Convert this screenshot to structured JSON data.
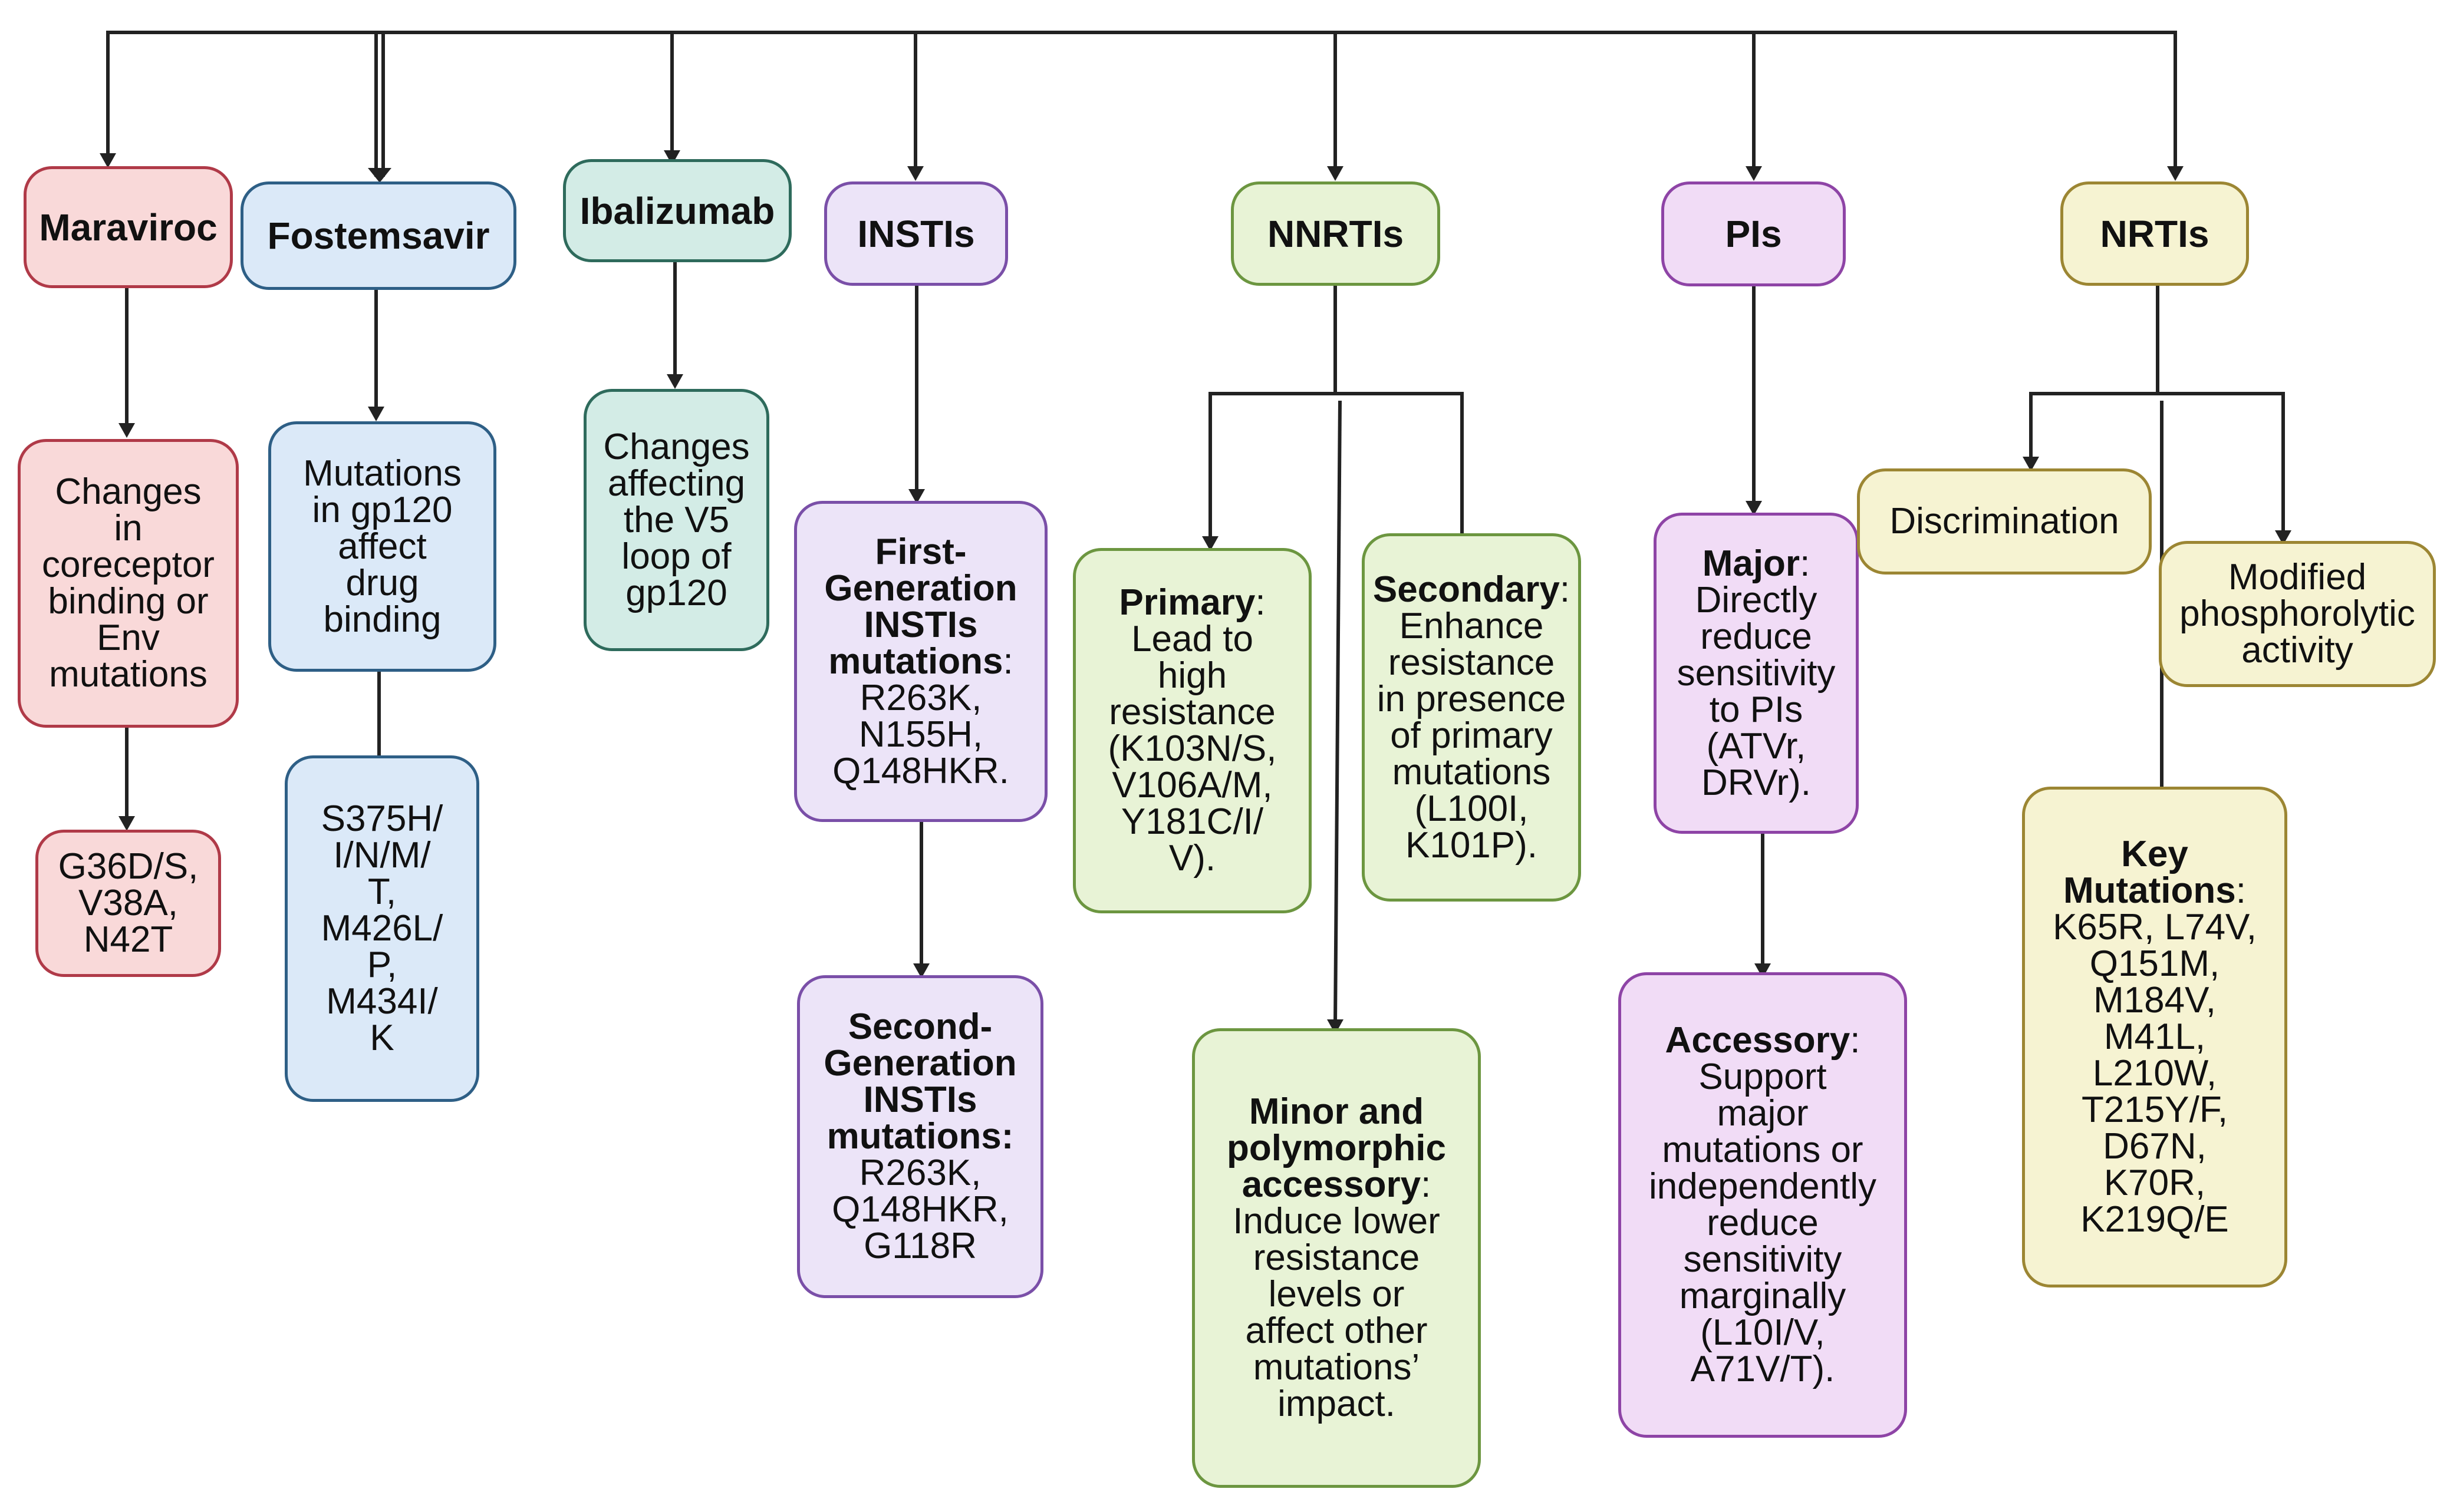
{
  "colors": {
    "maraviroc_fill": "#f9d9d9",
    "maraviroc_border": "#b03a48",
    "fostemsavir_fill": "#dbe9f8",
    "fostemsavir_border": "#2e5f86",
    "ibalizumab_fill": "#d3ece6",
    "ibalizumab_border": "#2e6b5c",
    "instis_fill": "#ece4f8",
    "instis_border": "#7a4fa8",
    "nnrtis_fill": "#e8f3d6",
    "nnrtis_border": "#6c9640",
    "pis_fill": "#f1dcf6",
    "pis_border": "#8e44a6",
    "nrtis_fill": "#f6f3d2",
    "nrtis_border": "#9c8633",
    "connector": "#222222"
  },
  "maraviroc": {
    "title": "Maraviroc",
    "effect": [
      "Changes",
      "in",
      "coreceptor",
      "binding or",
      "Env",
      "mutations"
    ],
    "mutations": [
      "G36D/S,",
      "V38A,",
      "N42T"
    ]
  },
  "fostemsavir": {
    "title": "Fostemsavir",
    "effect": [
      "Mutations",
      "in gp120",
      "affect",
      "drug",
      "binding"
    ],
    "mutations": [
      "S375H/",
      "I/N/M/",
      "T,",
      "M426L/",
      "P,",
      "M434I/",
      "K"
    ]
  },
  "ibalizumab": {
    "title": "Ibalizumab",
    "effect": [
      "Changes",
      "affecting",
      "the V5",
      "loop of",
      "gp120"
    ]
  },
  "instis": {
    "title": "INSTIs",
    "first_gen": {
      "heading": [
        "First-",
        "Generation",
        "INSTIs",
        "mutations"
      ],
      "colon": ":",
      "values": [
        "R263K,",
        "N155H,",
        "Q148HKR."
      ]
    },
    "second_gen": {
      "heading": [
        "Second-",
        "Generation",
        "INSTIs",
        "mutations:"
      ],
      "values": [
        "R263K,",
        "Q148HKR,",
        "G118R"
      ]
    }
  },
  "nnrtis": {
    "title": "NNRTIs",
    "primary": {
      "heading": "Primary",
      "colon": ":",
      "desc": [
        "Lead to",
        "high",
        "resistance",
        "(K103N/S,",
        "V106A/M,",
        "Y181C/I/",
        "V)."
      ]
    },
    "secondary": {
      "heading": "Secondary",
      "colon": ":",
      "desc": [
        "Enhance",
        "resistance",
        "in presence",
        "of primary",
        "mutations",
        "(L100I,",
        "K101P)."
      ]
    },
    "minor": {
      "heading": [
        "Minor and",
        "polymorphic",
        "accessory"
      ],
      "colon": ":",
      "desc": [
        "Induce lower",
        "resistance",
        "levels or",
        "affect other",
        "mutations’",
        "impact."
      ]
    }
  },
  "pis": {
    "title": "PIs",
    "major": {
      "heading": "Major",
      "colon": ":",
      "desc": [
        "Directly",
        "reduce",
        "sensitivity",
        "to PIs",
        "(ATVr,",
        "DRVr)."
      ]
    },
    "accessory": {
      "heading": "Accessory",
      "colon": ":",
      "desc": [
        "Support",
        "major",
        "mutations or",
        "independently",
        "reduce",
        "sensitivity",
        "marginally",
        "(L10I/V,",
        "A71V/T)."
      ]
    }
  },
  "nrtis": {
    "title": "NRTIs",
    "discrimination": "Discrimination",
    "phosphorolytic": [
      "Modified",
      "phosphorolytic",
      "activity"
    ],
    "key": {
      "heading": [
        "Key",
        "Mutations"
      ],
      "colon": ":",
      "values": [
        "K65R, L74V,",
        "Q151M,",
        "M184V,",
        "M41L,",
        "L210W,",
        "T215Y/F,",
        "D67N,",
        "K70R,",
        "K219Q/E"
      ]
    }
  }
}
